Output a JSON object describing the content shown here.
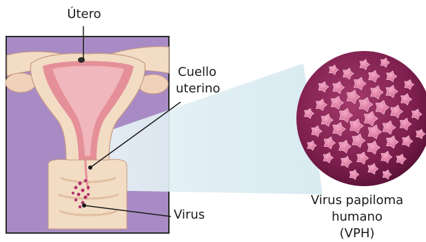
{
  "labels": {
    "uterus": "Útero",
    "cervix_line1": "Cuello",
    "cervix_line2": "uterino",
    "virus": "Virus",
    "hpv_line1": "Virus papiloma",
    "hpv_line2": "humano",
    "hpv_line3": "(VPH)"
  },
  "colors": {
    "panel_background": "#a88bc4",
    "panel_border": "#2a2a2a",
    "tissue": "#f2dcc4",
    "tissue_shadow": "#e2bfa2",
    "uterine_lining": "#e58f99",
    "uterine_cavity": "#f0b7bc",
    "virus_dots": "#b0306e",
    "virion_base": "#8a2457",
    "virion_capsomere": "#e17aa5",
    "beam": "#d7e8ef"
  }
}
